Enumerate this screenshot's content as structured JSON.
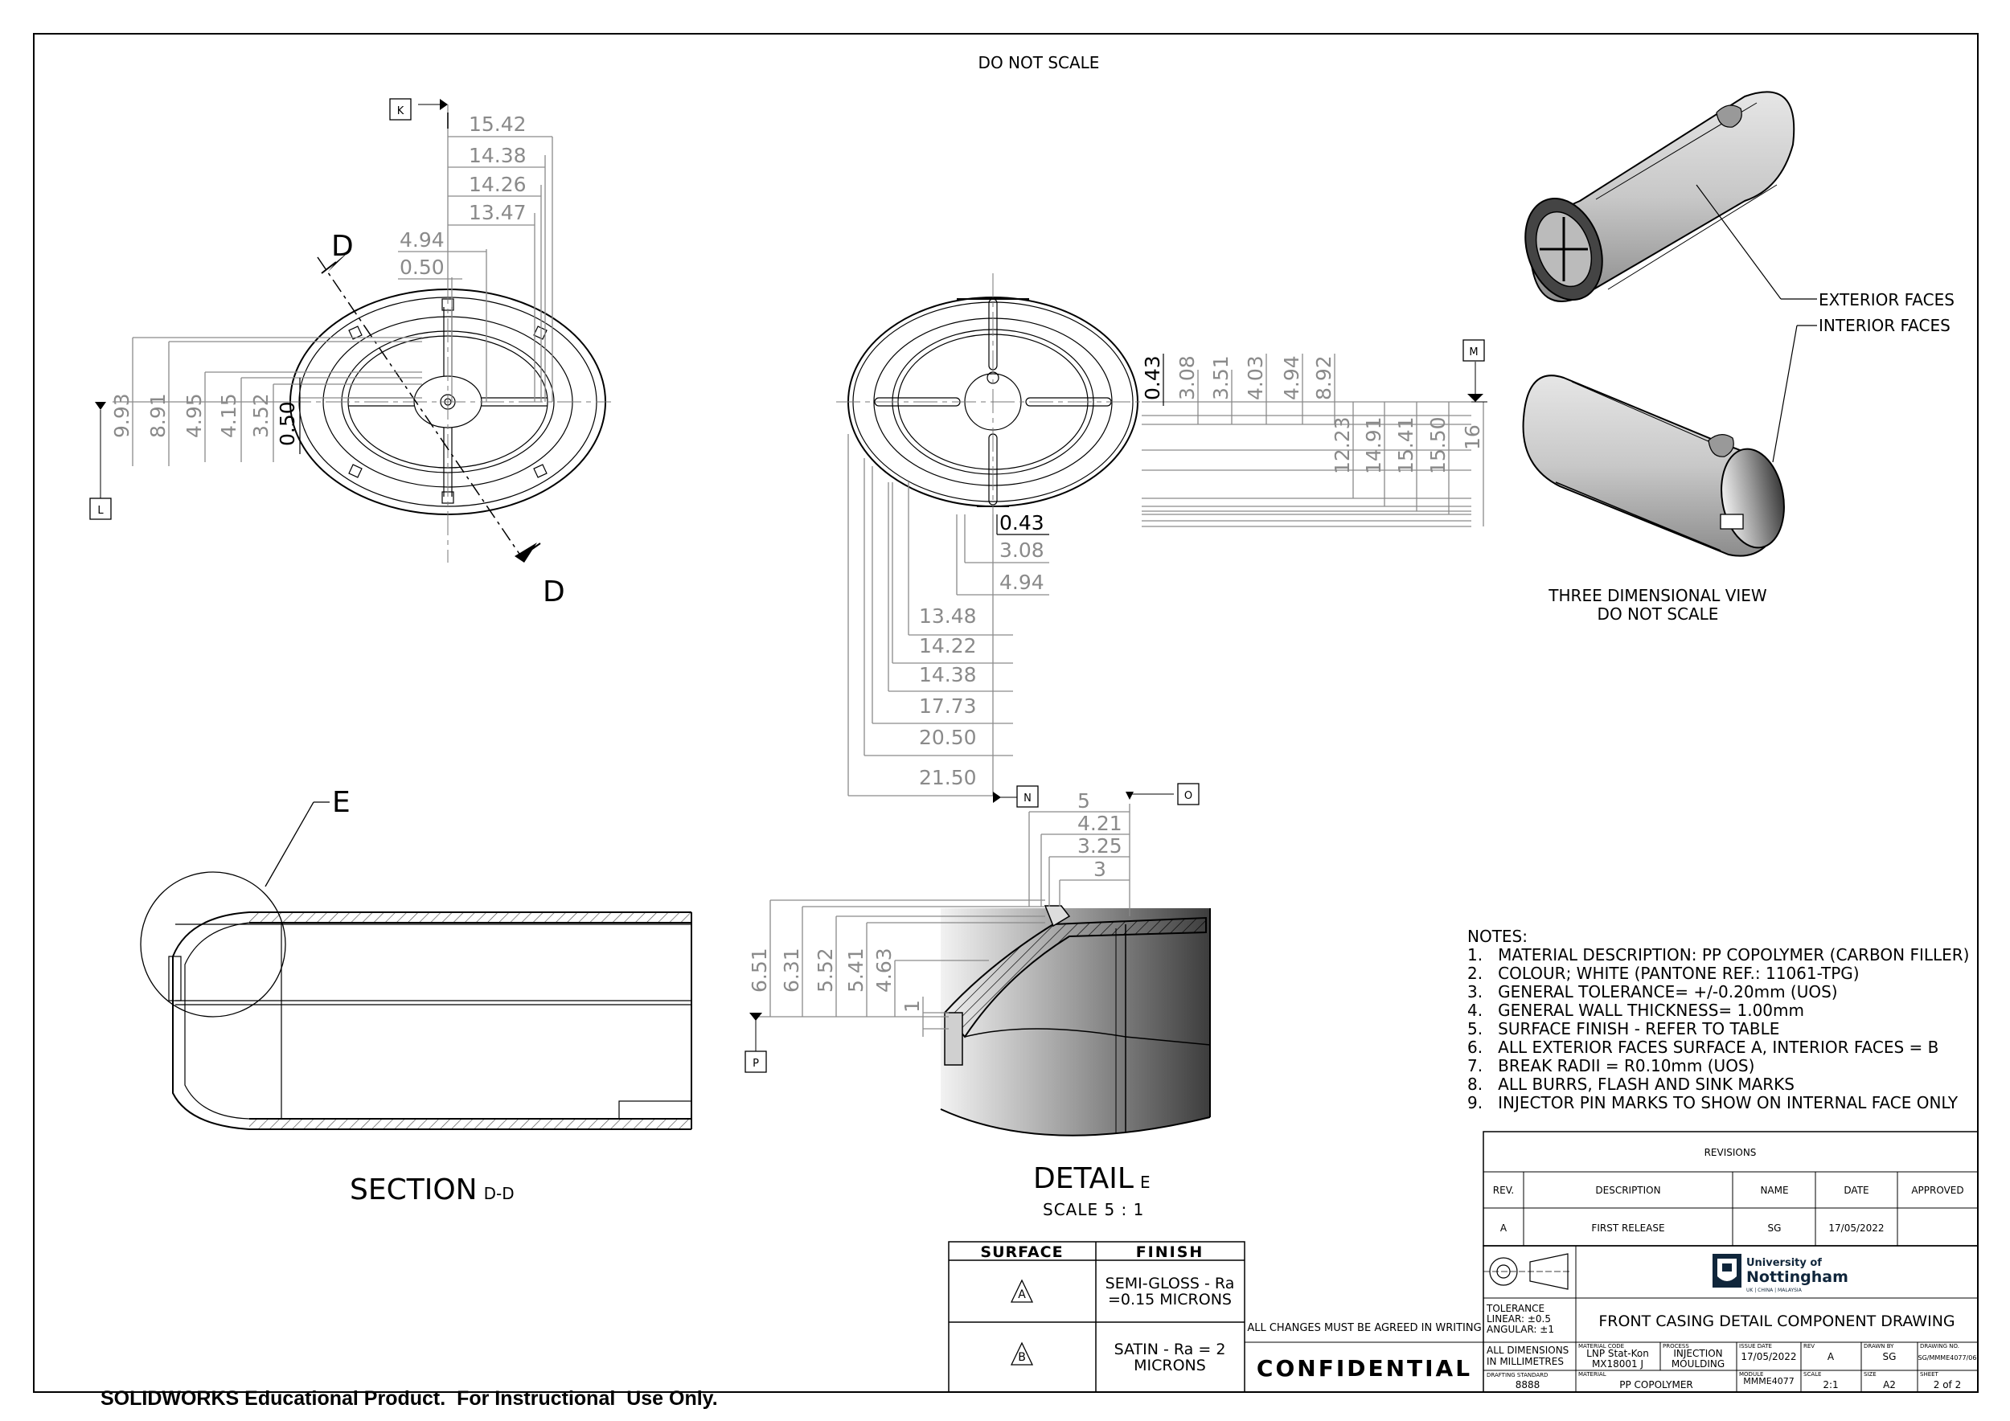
{
  "header": {
    "do_not_scale": "DO NOT SCALE"
  },
  "datum_labels": {
    "k": "K",
    "l": "L",
    "m": "M",
    "n": "N",
    "o": "O",
    "p": "P"
  },
  "section_markers": {
    "d_top": "D",
    "d_bottom": "D",
    "e": "E"
  },
  "front_view_dims": {
    "top": [
      "15.42",
      "14.38",
      "14.26",
      "13.47",
      "4.94",
      "0.50"
    ],
    "left": [
      "9.93",
      "8.91",
      "4.95",
      "4.15",
      "3.52",
      "0.50"
    ]
  },
  "second_view_dims": {
    "right_top": [
      "0.43",
      "3.08",
      "3.51",
      "4.03",
      "4.94",
      "8.92"
    ],
    "right_lower": [
      "12.23",
      "14.91",
      "15.41",
      "15.50",
      "16"
    ],
    "bottom_small": [
      "0.43",
      "3.08",
      "4.94"
    ],
    "bottom": [
      "13.48",
      "14.22",
      "14.38",
      "17.73",
      "20.50",
      "21.50"
    ]
  },
  "detail_dims": {
    "top": [
      "5",
      "4.21",
      "3.25",
      "3"
    ],
    "left": [
      "6.51",
      "6.31",
      "5.52",
      "5.41",
      "4.63",
      "1"
    ]
  },
  "iso": {
    "exterior_label": "EXTERIOR FACES",
    "interior_label": "INTERIOR FACES",
    "caption_line1": "THREE DIMENSIONAL VIEW",
    "caption_line2": "DO NOT SCALE"
  },
  "section_title": "SECTION",
  "section_suffix": "D-D",
  "detail_title": "DETAIL",
  "detail_suffix": "E",
  "detail_scale": "SCALE 5 : 1",
  "notes": {
    "heading": "NOTES:",
    "items": [
      "1.   MATERIAL DESCRIPTION: PP COPOLYMER (CARBON FILLER)",
      "2.   COLOUR; WHITE (PANTONE REF.: 11061-TPG)",
      "3.   GENERAL TOLERANCE= +/-0.20mm (UOS)",
      "4.   GENERAL WALL THICKNESS= 1.00mm",
      "5.   SURFACE FINISH - REFER TO TABLE",
      "6.   ALL EXTERIOR FACES SURFACE A, INTERIOR FACES = B",
      "7.   BREAK RADII = R0.10mm (UOS)",
      "8.   ALL BURRS, FLASH AND SINK MARKS",
      "9.   INJECTOR PIN MARKS TO SHOW ON INTERNAL FACE ONLY"
    ]
  },
  "surface_table": {
    "headers": [
      "SURFACE",
      "FINISH"
    ],
    "rows": [
      {
        "symbol": "A",
        "finish_line1": "SEMI-GLOSS - Ra",
        "finish_line2": "=0.15 MICRONS"
      },
      {
        "symbol": "B",
        "finish_line1": "SATIN - Ra = 2",
        "finish_line2": "MICRONS"
      }
    ]
  },
  "revisions": {
    "title": "REVISIONS",
    "headers": [
      "REV.",
      "DESCRIPTION",
      "NAME",
      "DATE",
      "APPROVED"
    ],
    "rows": [
      [
        "A",
        "FIRST RELEASE",
        "SG",
        "17/05/2022",
        ""
      ]
    ]
  },
  "title_block": {
    "university_line1": "University of",
    "university_line2": "Nottingham",
    "university_line3": "UK | CHINA | MALAYSIA",
    "tolerance_line1": "TOLERANCE",
    "tolerance_line2": "LINEAR: ±0.5",
    "tolerance_line3": "ANGULAR: ±1",
    "drawing_title": "FRONT CASING DETAIL COMPONENT DRAWING",
    "all_changes": "ALL CHANGES MUST BE AGREED IN WRITING",
    "confidential": "CONFIDENTIAL",
    "dims_note_line1": "ALL DIMENSIONS",
    "dims_note_line2": "IN MILLIMETRES",
    "drafting_standard_label": "DRAFTING STANDARD",
    "drafting_standard": "8888",
    "material_code_label": "MATERIAL CODE",
    "material_code_line1": "LNP Stat-Kon",
    "material_code_line2": "MX18001 J",
    "process_label": "PROCESS",
    "process_line1": "INJECTION",
    "process_line2": "MOULDING",
    "issue_date_label": "ISSUE DATE",
    "issue_date": "17/05/2022",
    "rev_label": "REV",
    "rev": "A",
    "drawn_by_label": "DRAWN BY",
    "drawn_by": "SG",
    "drawing_no_label": "DRAWING NO.",
    "drawing_no": "SG/MMME4077/06",
    "material_label": "MATERIAL",
    "material": "PP COPOLYMER",
    "module_label": "MODULE",
    "module": "MMME4077",
    "scale_label": "SCALE",
    "scale": "2:1",
    "size_label": "SIZE",
    "size": "A2",
    "sheet_label": "SHEET",
    "sheet": "2 of 2"
  },
  "footer": {
    "educational": "SOLIDWORKS Educational Product.  For Instructional  Use Only."
  }
}
